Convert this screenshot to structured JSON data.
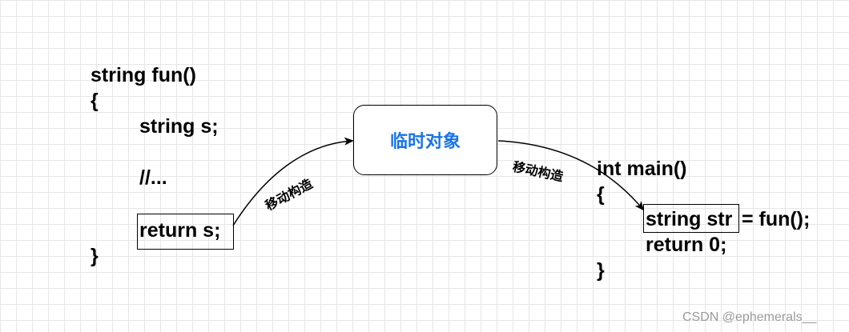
{
  "left_code": {
    "line1": "string fun()",
    "open_brace": "{",
    "decl": "string s;",
    "comment": "//...",
    "return_stmt": "return s;",
    "close_brace": "}"
  },
  "temp_object": {
    "label": "临时对象"
  },
  "arrow_left": {
    "label": "移动构造"
  },
  "arrow_right": {
    "label": "移动构造"
  },
  "right_code": {
    "line1": "int main()",
    "open_brace": "{",
    "boxed_part": "string str",
    "assign_rest": " = fun();",
    "return_stmt": "return 0;",
    "close_brace": "}"
  },
  "watermark": "CSDN @ephemerals__"
}
